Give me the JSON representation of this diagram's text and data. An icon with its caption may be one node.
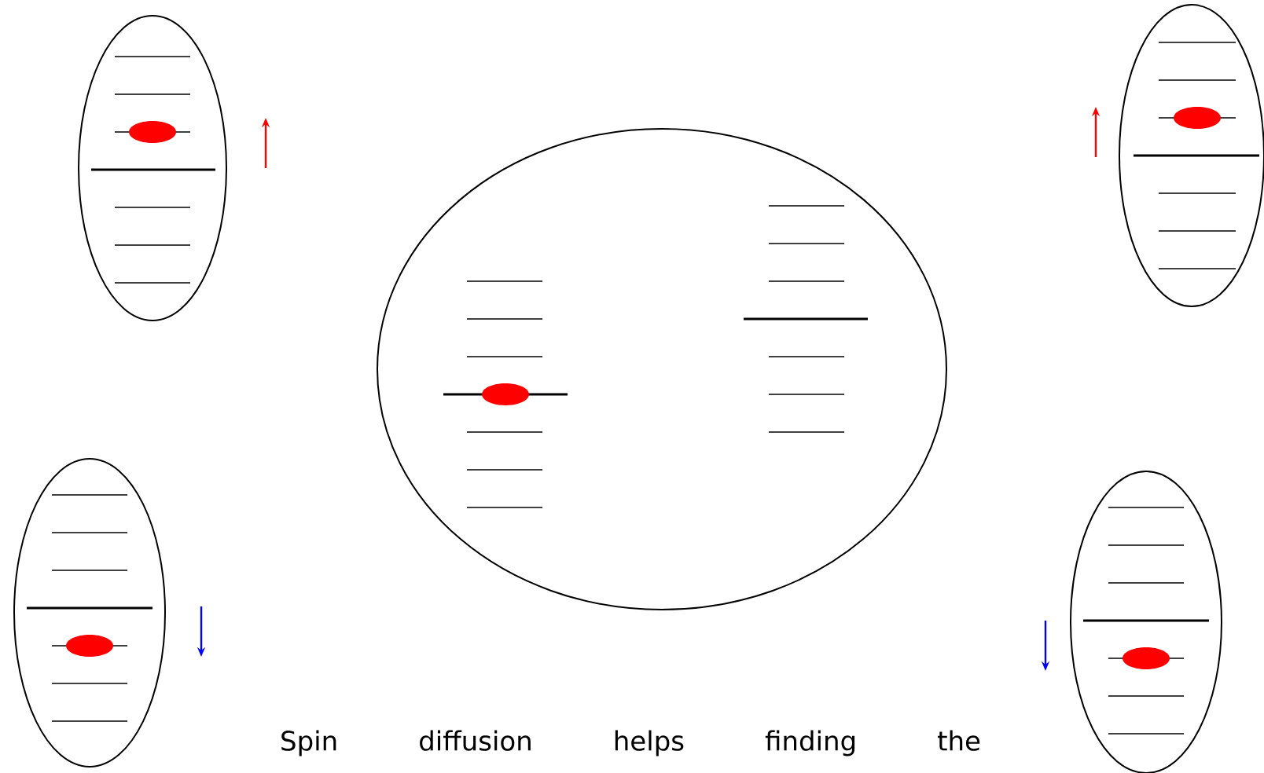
{
  "diagram": {
    "nodes": [
      {
        "text": [],
        "shape": "ellipse"
      },
      {
        "text": [],
        "shape": "ellipse"
      },
      {
        "text": [],
        "shape": "ellipse"
      },
      {
        "text": [],
        "shape": "ellipse"
      },
      {
        "text": [],
        "shape": "ellipse"
      }
    ],
    "labels": [
      "Spin diffusion helps finding the"
    ]
  }
}
